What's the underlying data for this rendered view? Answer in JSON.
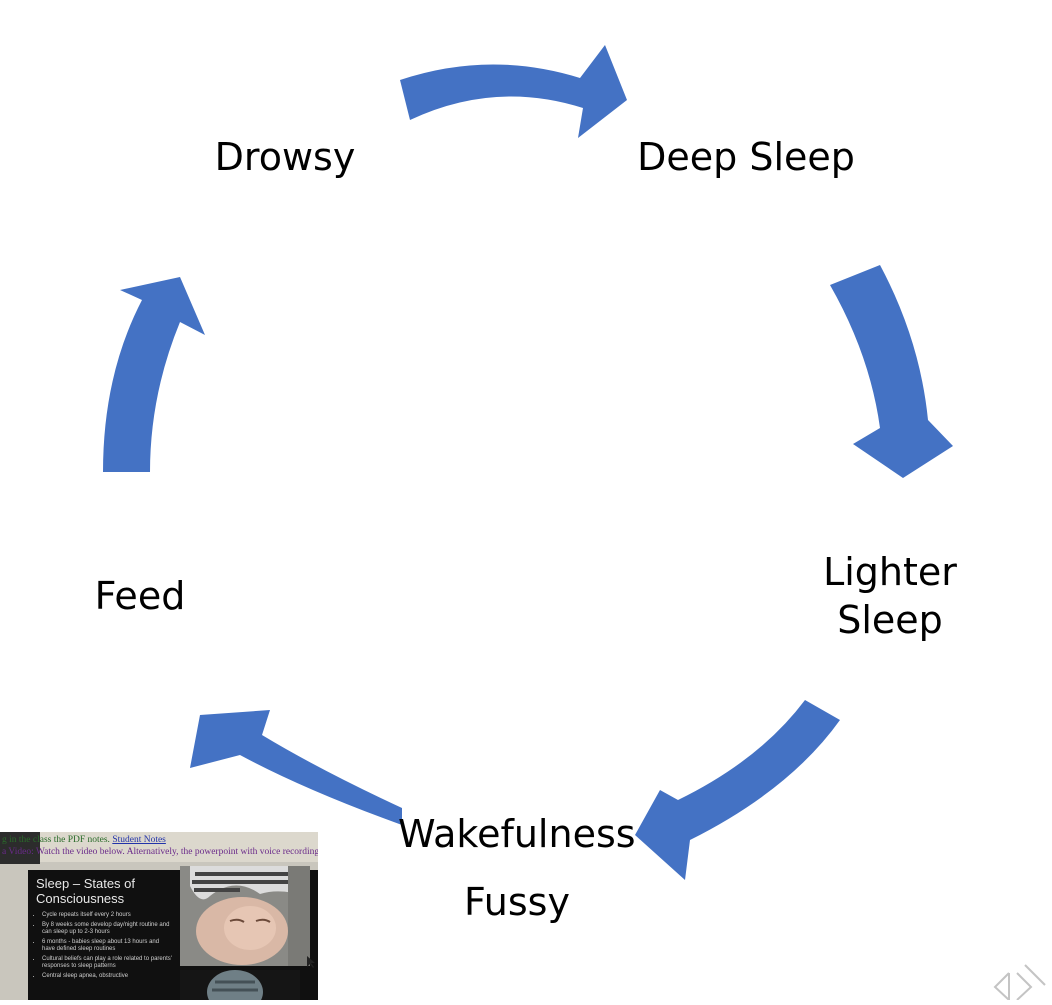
{
  "diagram": {
    "stages": {
      "drowsy": "Drowsy",
      "deep_sleep": "Deep Sleep",
      "lighter_sleep": "Lighter\nSleep",
      "feed": "Feed",
      "wakefulness": "Wakefulness",
      "fussy": "Fussy"
    },
    "arrow_color": "#4472c4",
    "text_color": "#000000"
  },
  "photo": {
    "top_text_1": "g in the class the PDF notes.",
    "top_link": "Student Notes",
    "top_text_2": "a Video: Watch the video below. Alternatively, the powerpoint with voice recording is below.",
    "slide_title": "Sleep – States of\nConsciousness",
    "bullets": [
      "Cycle repeats itself every 2 hours",
      "By 8 weeks some develop day/night routine and can sleep up to 2-3 hours",
      "6 months - babies sleep about 13 hours and have defined sleep routines",
      "Cultural beliefs can play a role related to parents' responses to sleep patterns",
      "Central sleep apnea, obstructive"
    ]
  },
  "navigation": {
    "prev_icon": "chevron-left-icon",
    "next_icon": "chevron-right-icon"
  }
}
